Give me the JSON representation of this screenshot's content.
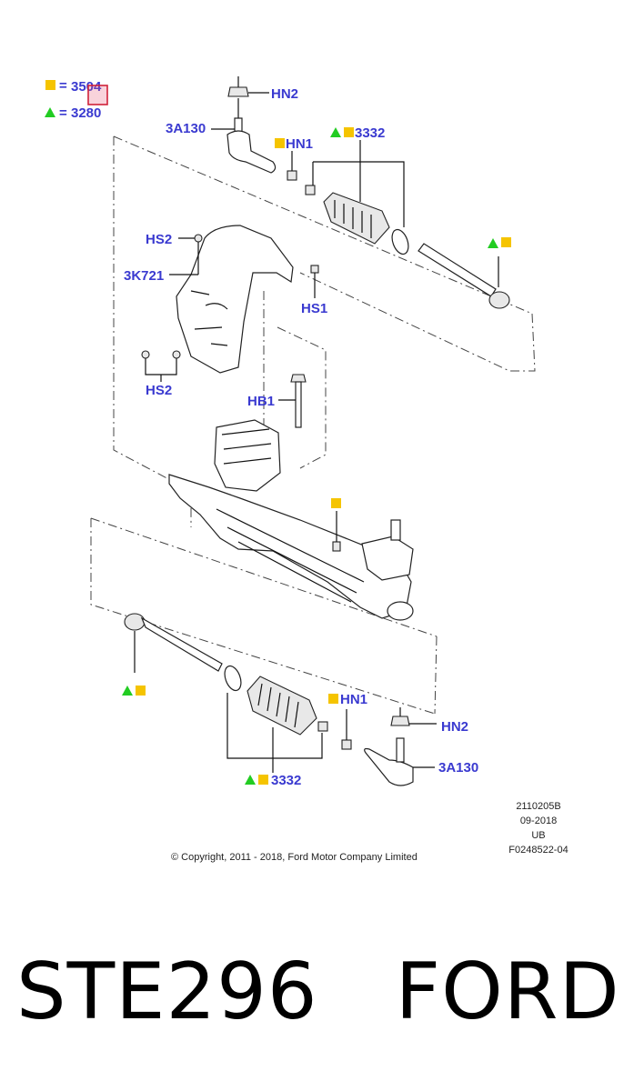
{
  "legend": {
    "square_code": "3504",
    "triangle_code": "3280",
    "equals": "="
  },
  "labels": {
    "hn2_top": "HN2",
    "a3a130_top": "3A130",
    "hn1_top": "HN1",
    "c3332_top": "3332",
    "hs2_top": "HS2",
    "k3k721": "3K721",
    "hs1": "HS1",
    "hs2_bottom": "HS2",
    "hb1": "HB1",
    "hn1_bottom": "HN1",
    "hn2_bottom": "HN2",
    "a3a130_bottom": "3A130",
    "c3332_bottom": "3332"
  },
  "info": {
    "line1": "2110205B",
    "line2": "09-2018",
    "line3": "UB",
    "line4": "F0248522-04"
  },
  "copyright": "© Copyright, 2011 - 2018, Ford Motor Company Limited",
  "footer": "STE296   FORD",
  "colors": {
    "square": "#f5c400",
    "triangle": "#22cc22",
    "label": "#3a3ad0",
    "highlight": "#d0223a"
  }
}
